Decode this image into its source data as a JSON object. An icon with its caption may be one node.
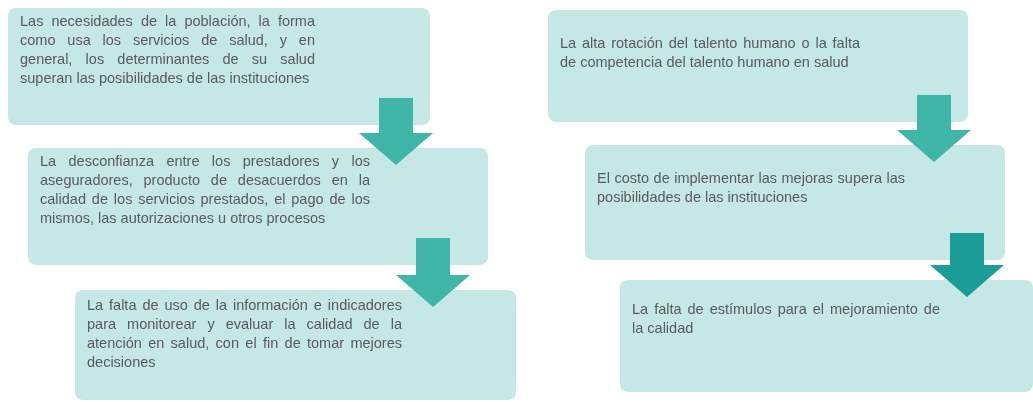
{
  "diagram": {
    "nodes": [
      {
        "text": [
          "Las necesidades de la población, la forma como usa los servicios de salud, y en general, los determinantes de su salud superan las posibilidades de las instituciones"
        ]
      },
      {
        "text": [
          "La desconfianza entre los prestadores y los aseguradores, producto de desacuerdos en la calidad de los servicios prestados, el pago de los mismos, las autorizaciones u otros procesos"
        ]
      },
      {
        "text": [
          "La falta de uso de la información e indicadores para monitorear y evaluar la calidad de la atención en salud, con el fin de tomar mejores decisiones"
        ]
      },
      {
        "text": [
          "La alta rotación del talento humano o la falta de competencia del talento humano en salud"
        ]
      },
      {
        "text": [
          "El costo de implementar las mejoras supera las posibilidades de las instituciones"
        ]
      },
      {
        "text": [
          "La falta de estímulos para el mejoramiento de la calidad"
        ]
      }
    ],
    "edges": [
      {
        "from": 0,
        "to": 1,
        "arrow": "to",
        "style": "thick"
      },
      {
        "from": 1,
        "to": 2,
        "arrow": "to",
        "style": "thick"
      },
      {
        "from": 3,
        "to": 4,
        "arrow": "to",
        "style": "thick"
      },
      {
        "from": 4,
        "to": 5,
        "arrow": "to",
        "style": "thick",
        "color": "#1b9c96"
      }
    ]
  }
}
